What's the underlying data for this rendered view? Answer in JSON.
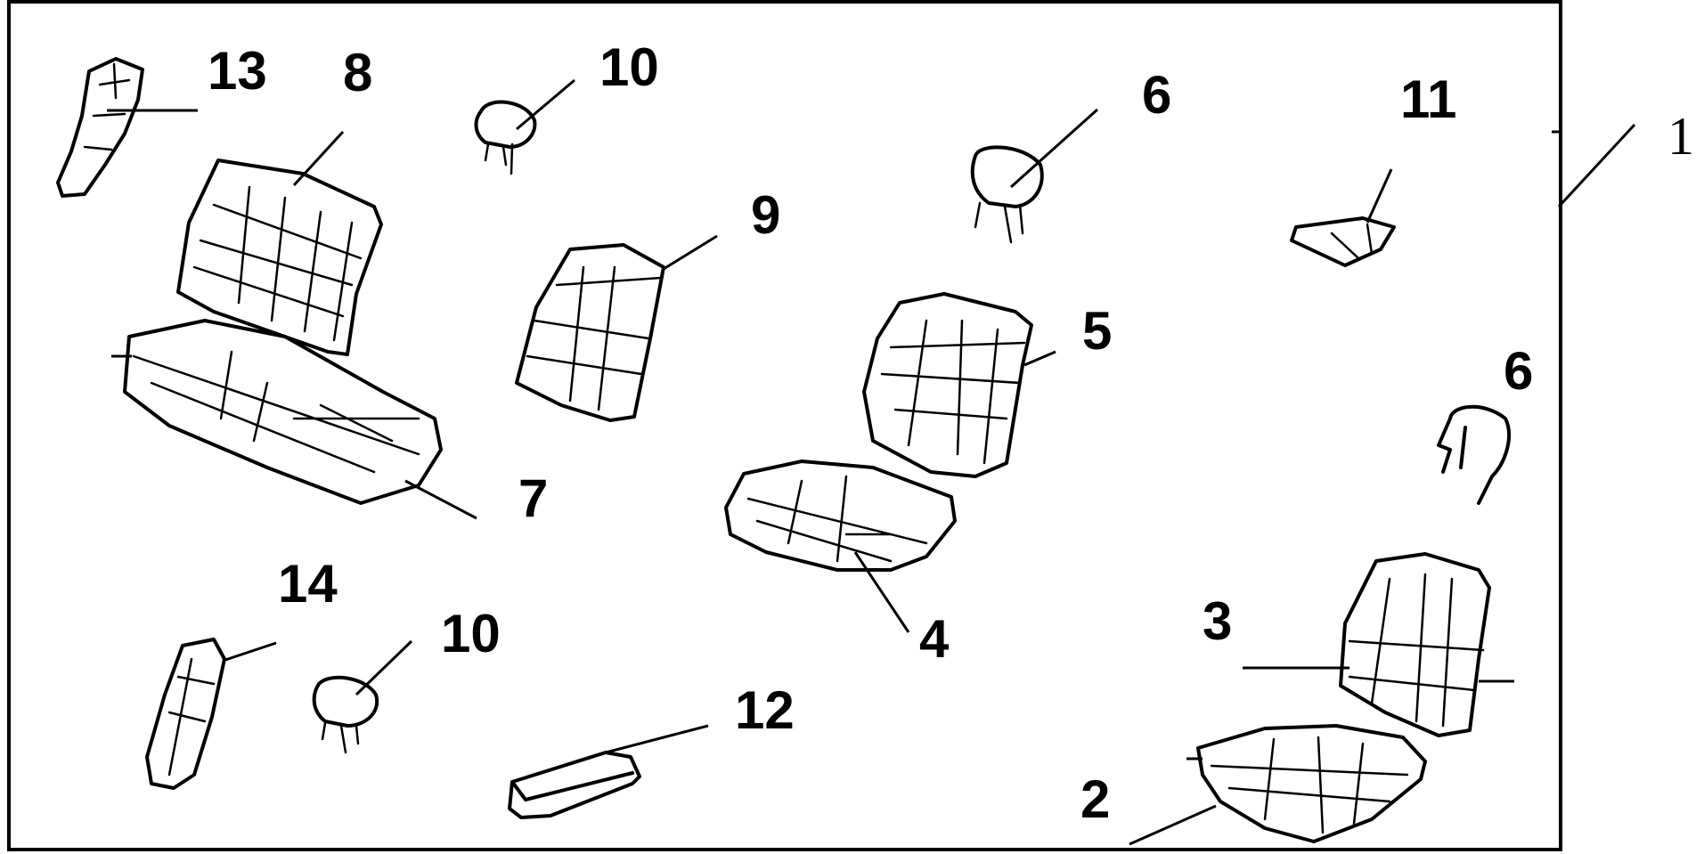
{
  "labels": {
    "1": "1",
    "2": "2",
    "3": "3",
    "4": "4",
    "5": "5",
    "6a": "6",
    "6b": "6",
    "7": "7",
    "8": "8",
    "9": "9",
    "10a": "10",
    "10b": "10",
    "11": "11",
    "12": "12",
    "13": "13",
    "14": "14"
  }
}
